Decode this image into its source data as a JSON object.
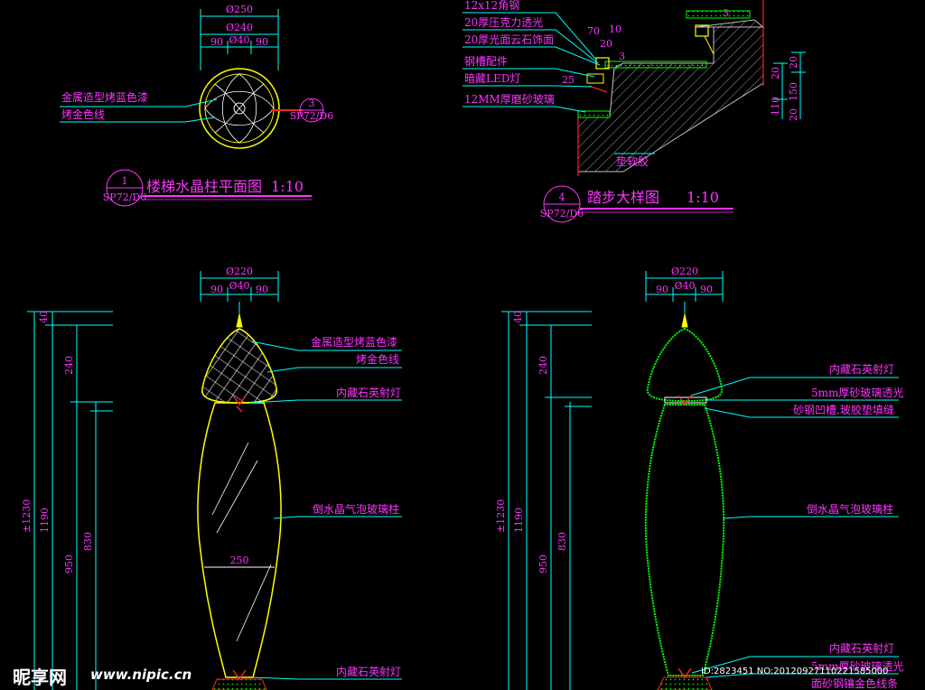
{
  "colors": {
    "background": "#000000",
    "dimension": "#ff33ff",
    "leader": "#00ffff",
    "outline_yellow": "#ffff00",
    "outline_green": "#00ff00",
    "light_red": "#ff2020",
    "white": "#ffffff",
    "hatch": "#c0c0c0"
  },
  "plan_view": {
    "dims": {
      "overall": "Ø250",
      "inner": "Ø240",
      "left": "90",
      "center": "Ø40",
      "right": "90"
    },
    "notes": [
      "金属造型烤蓝色漆",
      "烤金色线"
    ],
    "detail_ref": {
      "num": "3",
      "sheet": "SP72/D6"
    },
    "title_ref": {
      "num": "1",
      "sheet": "SP72/D6"
    },
    "title": "楼梯水晶柱平面图",
    "scale": "1:10"
  },
  "step_detail": {
    "notes": [
      "12x12角钢",
      "20厚压克力透光",
      "20厚光面云石饰面",
      "钢槽配件",
      "暗藏LED灯",
      "12MM厚磨砂玻璃",
      "垫软胶"
    ],
    "dims_top": [
      "70",
      "10",
      "20"
    ],
    "dims_left": [
      "25"
    ],
    "dims_right": [
      "20",
      "20",
      "150",
      "110",
      "20"
    ],
    "small": [
      "3",
      "3"
    ],
    "title_ref": {
      "num": "4",
      "sheet": "SP72/D6"
    },
    "title": "踏步大样图",
    "scale": "1:10"
  },
  "elev_left": {
    "top_dims": {
      "overall": "Ø220",
      "left": "90",
      "center": "Ø40",
      "right": "90"
    },
    "side_dims": {
      "d40": "40",
      "d240": "240",
      "d1230": "±1230",
      "d1190": "1190",
      "d950": "950",
      "d830": "830"
    },
    "width_dim": "250",
    "notes": [
      "金属造型烤蓝色漆",
      "烤金色线",
      "内藏石英射灯",
      "倒水晶气泡玻璃柱",
      "内藏石英射灯"
    ]
  },
  "elev_right": {
    "top_dims": {
      "overall": "Ø220",
      "left": "90",
      "center": "Ø40",
      "right": "90"
    },
    "side_dims": {
      "d40": "40",
      "d240": "240",
      "d1230": "±1230",
      "d1190": "1190",
      "d950": "950",
      "d830": "830"
    },
    "notes": [
      "内藏石英射灯",
      "5mm厚砂玻璃透光",
      "砂钢凹槽,玻胶垫填缝",
      "倒水晶气泡玻璃柱",
      "内藏石英射灯",
      "5mm厚砂玻璃透光",
      "面砂钢镶金色线条"
    ]
  },
  "watermark": {
    "brand": "昵享网",
    "url": "www.nipic.cn",
    "id_text": "ID:2823451 NO:20120927110221585000"
  }
}
